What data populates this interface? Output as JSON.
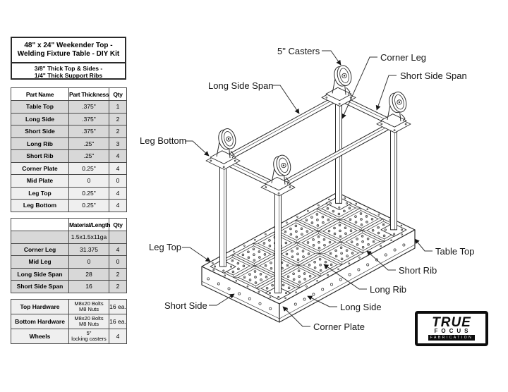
{
  "title_box": {
    "line1": "48\" x 24\" Weekender Top -",
    "line2": "Welding Fixture Table - DIY Kit",
    "line3": "3/8\" Thick Top & Sides -",
    "line4": "1/4\" Thick Support Ribs"
  },
  "parts_table": {
    "headers": [
      "Part Name",
      "Part Thickness",
      "Qty"
    ],
    "rows": [
      {
        "name": "Table Top",
        "thickness": ".375\"",
        "qty": "1"
      },
      {
        "name": "Long Side",
        "thickness": ".375\"",
        "qty": "2"
      },
      {
        "name": "Short Side",
        "thickness": ".375\"",
        "qty": "2"
      },
      {
        "name": "Long Rib",
        "thickness": ".25\"",
        "qty": "3"
      },
      {
        "name": "Short Rib",
        "thickness": ".25\"",
        "qty": "4"
      },
      {
        "name": "Corner Plate",
        "thickness": "0.25\"",
        "qty": "4"
      },
      {
        "name": "Mid Plate",
        "thickness": "0",
        "qty": "0"
      },
      {
        "name": "Leg Top",
        "thickness": "0.25\"",
        "qty": "4"
      },
      {
        "name": "Leg Bottom",
        "thickness": "0.25\"",
        "qty": "4"
      }
    ]
  },
  "material_table": {
    "headers": [
      "",
      "Material/Length",
      "Qty"
    ],
    "rows": [
      {
        "name": "",
        "value": "1.5x1.5x11ga",
        "qty": ""
      },
      {
        "name": "Corner Leg",
        "value": "31.375",
        "qty": "4"
      },
      {
        "name": "Mid Leg",
        "value": "0",
        "qty": "0"
      },
      {
        "name": "Long Side Span",
        "value": "28",
        "qty": "2"
      },
      {
        "name": "Short Side Span",
        "value": "16",
        "qty": "2"
      }
    ]
  },
  "hardware_table": {
    "rows": [
      {
        "name": "Top Hardware",
        "value1": "M8x20 Bolts",
        "value2": "M8 Nuts",
        "qty": "16 ea."
      },
      {
        "name": "Bottom Hardware",
        "value1": "M8x20 Bolts",
        "value2": "M8 Nuts",
        "qty": "16 ea."
      },
      {
        "name": "Wheels",
        "value1": "5\"",
        "value2": "locking casters",
        "qty": "4"
      }
    ]
  },
  "diagram": {
    "labels": [
      {
        "id": "casters",
        "text": "5\" Casters"
      },
      {
        "id": "corner-leg",
        "text": "Corner Leg"
      },
      {
        "id": "short-side-span",
        "text": "Short Side Span"
      },
      {
        "id": "long-side-span",
        "text": "Long Side Span"
      },
      {
        "id": "leg-bottom",
        "text": "Leg Bottom"
      },
      {
        "id": "leg-top",
        "text": "Leg Top"
      },
      {
        "id": "short-side",
        "text": "Short Side"
      },
      {
        "id": "table-top",
        "text": "Table Top"
      },
      {
        "id": "short-rib",
        "text": "Short Rib"
      },
      {
        "id": "long-rib",
        "text": "Long Rib"
      },
      {
        "id": "long-side",
        "text": "Long Side"
      },
      {
        "id": "corner-plate",
        "text": "Corner Plate"
      }
    ]
  },
  "logo": {
    "line1": "TRUE",
    "line2": "FOCUS",
    "line3": "FABRICATION"
  },
  "colors": {
    "background": "#ffffff",
    "line_art": "#2b2b2b",
    "row_shade_dark": "#d8d8d8",
    "row_shade_light": "#efefef",
    "text": "#000000"
  }
}
